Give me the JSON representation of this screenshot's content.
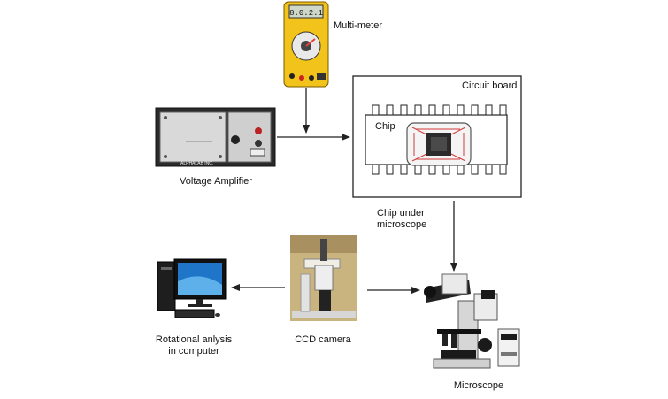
{
  "labels": {
    "multimeter": "Multi-meter",
    "circuit_board": "Circuit board",
    "chip": "Chip",
    "voltage_amplifier": "Voltage Amplifier",
    "chip_under_line1": "Chip under",
    "chip_under_line2": "microscope",
    "ccd_camera": "CCD camera",
    "rotational_line1": "Rotational anlysis",
    "rotational_line2": "in computer",
    "microscope": "Microscope"
  },
  "device_text": {
    "multimeter_display": "8.0.2.1",
    "amplifier_brand": "ALPHALAB INC."
  },
  "colors": {
    "multimeter_body": "#f2c31a",
    "amplifier_panel": "#d9d9d9",
    "chip_traces": "#d23a3a",
    "monitor_screen": "#1f76c9",
    "arrow": "#222222"
  }
}
